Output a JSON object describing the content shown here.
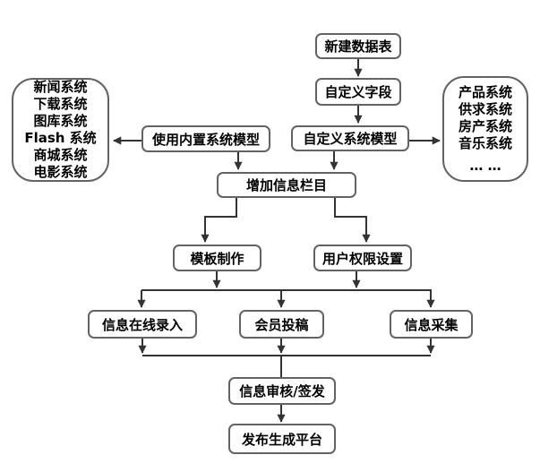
{
  "diagram": {
    "nodes": {
      "create_table": {
        "label": "新建数据表"
      },
      "custom_fields": {
        "label": "自定义字段"
      },
      "builtin_model": {
        "label": "使用内置系统模型"
      },
      "custom_model": {
        "label": "自定义系统模型"
      },
      "add_columns": {
        "label": "增加信息栏目"
      },
      "template": {
        "label": "模板制作"
      },
      "permissions": {
        "label": "用户权限设置"
      },
      "online_entry": {
        "label": "信息在线录入"
      },
      "member_submit": {
        "label": "会员投稿"
      },
      "info_collect": {
        "label": "信息采集"
      },
      "review": {
        "label": "信息审核/签发"
      },
      "publish": {
        "label": "发布生成平台"
      }
    },
    "left_panel": {
      "lines": [
        "新闻系统",
        "下载系统",
        "图库系统",
        "Flash 系统",
        "商城系统",
        "电影系统"
      ]
    },
    "right_panel": {
      "lines": [
        "产品系统",
        "供求系统",
        "房产系统",
        "音乐系统"
      ],
      "ellipsis": "… …"
    },
    "edges": [
      {
        "from": "create_table",
        "to": "custom_fields"
      },
      {
        "from": "custom_fields",
        "to": "custom_model"
      },
      {
        "from": "builtin_model",
        "to": "left_panel"
      },
      {
        "from": "custom_model",
        "to": "right_panel"
      },
      {
        "from": "builtin_model",
        "to": "add_columns"
      },
      {
        "from": "custom_model",
        "to": "add_columns"
      },
      {
        "from": "add_columns",
        "to": "template"
      },
      {
        "from": "add_columns",
        "to": "permissions"
      },
      {
        "from": "template",
        "to": "fanout-line"
      },
      {
        "from": "permissions",
        "to": "fanout-line"
      },
      {
        "from": "fanout-line",
        "to": "online_entry"
      },
      {
        "from": "fanout-line",
        "to": "member_submit"
      },
      {
        "from": "fanout-line",
        "to": "info_collect"
      },
      {
        "from": "online_entry",
        "to": "merge-line"
      },
      {
        "from": "member_submit",
        "to": "merge-line"
      },
      {
        "from": "info_collect",
        "to": "merge-line"
      },
      {
        "from": "merge-line",
        "to": "review"
      },
      {
        "from": "review",
        "to": "publish"
      }
    ],
    "colors": {
      "background": "#ffffff",
      "node_border": "#636363",
      "connector": "#333333",
      "text": "#000000"
    }
  }
}
